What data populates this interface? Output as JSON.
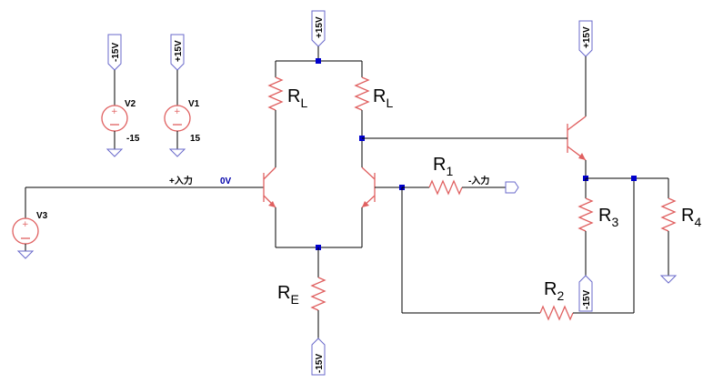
{
  "supplies": {
    "pos": "+15V",
    "neg": "-15V"
  },
  "sources": {
    "v1": {
      "name": "V1",
      "value": "15"
    },
    "v2": {
      "name": "V2",
      "value": "-15"
    },
    "v3": {
      "name": "V3"
    }
  },
  "resistors": {
    "rl_left": {
      "main": "R",
      "sub": "L"
    },
    "rl_right": {
      "main": "R",
      "sub": "L"
    },
    "re": {
      "main": "R",
      "sub": "E"
    },
    "r1": {
      "main": "R",
      "sub": "1"
    },
    "r2": {
      "main": "R",
      "sub": "2"
    },
    "r3": {
      "main": "R",
      "sub": "3"
    },
    "r4": {
      "main": "R",
      "sub": "4"
    }
  },
  "nets": {
    "plus_input": "+入力",
    "minus_input": "-入力",
    "zero_v": "0V"
  },
  "colors": {
    "component": "#e06060",
    "flag": "#6a6acb",
    "wire": "#000000",
    "junction": "#0000cc",
    "net_label": "#0000aa"
  }
}
